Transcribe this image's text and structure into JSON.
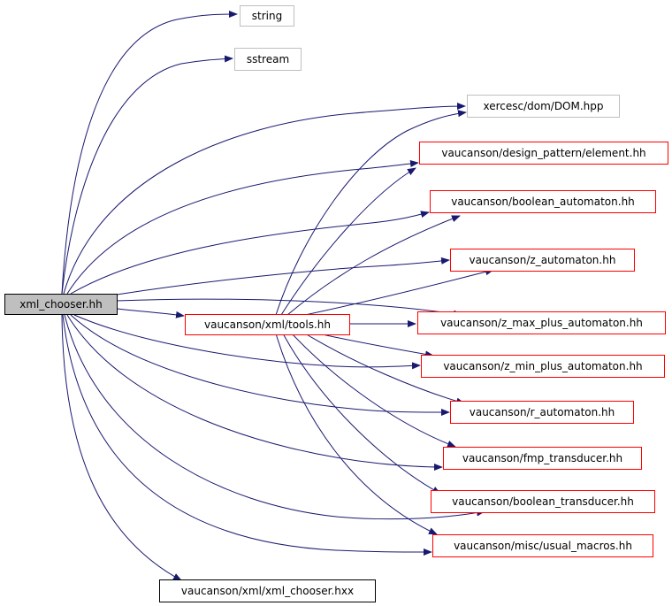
{
  "graph": {
    "edge_color": "#191970",
    "nodes": {
      "root": {
        "label": "xml_chooser.hh",
        "fill": "#bfbfbf",
        "border": "#000000"
      },
      "string": {
        "label": "string",
        "border": "#bfbfbf"
      },
      "sstream": {
        "label": "sstream",
        "border": "#bfbfbf"
      },
      "dom": {
        "label": "xercesc/dom/DOM.hpp",
        "border": "#bfbfbf"
      },
      "element": {
        "label": "vaucanson/design_pattern/element.hh",
        "border": "#ff0000"
      },
      "boolean_automaton": {
        "label": "vaucanson/boolean_automaton.hh",
        "border": "#ff0000"
      },
      "z_automaton": {
        "label": "vaucanson/z_automaton.hh",
        "border": "#ff0000"
      },
      "tools": {
        "label": "vaucanson/xml/tools.hh",
        "border": "#ff0000"
      },
      "z_max_plus": {
        "label": "vaucanson/z_max_plus_automaton.hh",
        "border": "#ff0000"
      },
      "z_min_plus": {
        "label": "vaucanson/z_min_plus_automaton.hh",
        "border": "#ff0000"
      },
      "r_automaton": {
        "label": "vaucanson/r_automaton.hh",
        "border": "#ff0000"
      },
      "fmp_transducer": {
        "label": "vaucanson/fmp_transducer.hh",
        "border": "#ff0000"
      },
      "boolean_transducer": {
        "label": "vaucanson/boolean_transducer.hh",
        "border": "#ff0000"
      },
      "usual_macros": {
        "label": "vaucanson/misc/usual_macros.hh",
        "border": "#ff0000"
      },
      "xml_chooser_hxx": {
        "label": "vaucanson/xml/xml_chooser.hxx",
        "border": "#000000"
      }
    }
  }
}
